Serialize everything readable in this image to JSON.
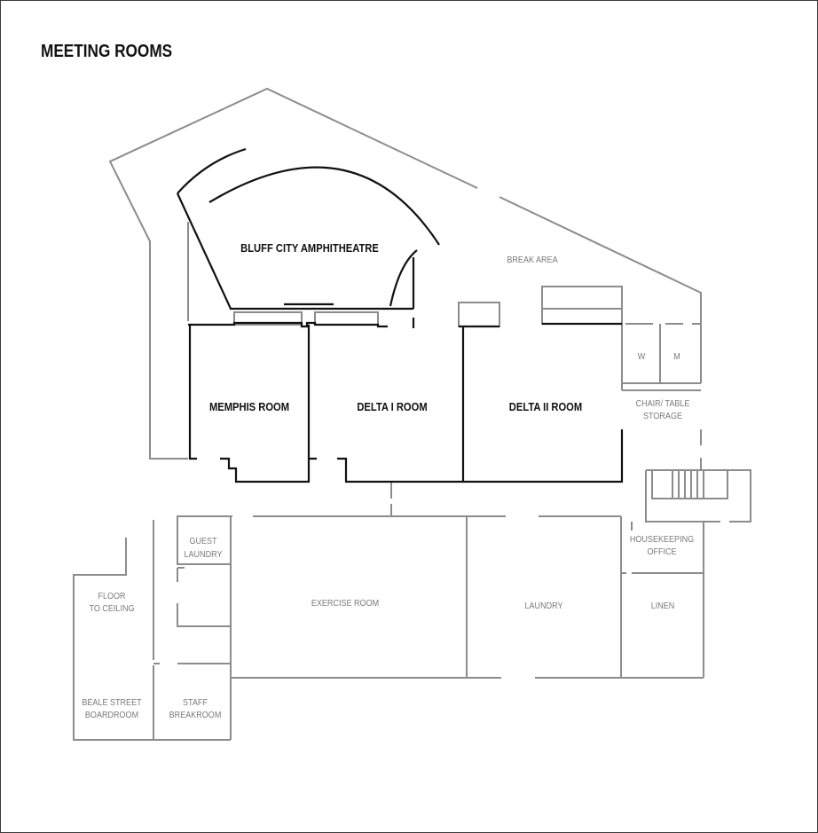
{
  "title": "MEETING ROOMS",
  "rooms": {
    "amphitheatre": "BLUFF CITY AMPHITHEATRE",
    "memphis": "MEMPHIS ROOM",
    "delta1": "DELTA I ROOM",
    "delta2": "DELTA II ROOM"
  },
  "areas": {
    "break_area": "BREAK AREA",
    "w": "W",
    "m": "M",
    "chair_table_storage_1": "CHAIR/ TABLE",
    "chair_table_storage_2": "STORAGE",
    "guest_laundry_1": "GUEST",
    "guest_laundry_2": "LAUNDRY",
    "floor_to_ceiling_1": "FLOOR",
    "floor_to_ceiling_2": "TO CEILING",
    "exercise_room": "EXERCISE ROOM",
    "laundry": "LAUNDRY",
    "housekeeping_office_1": "HOUSEKEEPING",
    "housekeeping_office_2": "OFFICE",
    "linen": "LINEN",
    "beale_street_1": "BEALE STREET",
    "beale_street_2": "BOARDROOM",
    "staff_breakroom_1": "STAFF",
    "staff_breakroom_2": "BREAKROOM"
  },
  "colors": {
    "wall_main": "#111111",
    "wall_secondary": "#8c8c8c"
  }
}
